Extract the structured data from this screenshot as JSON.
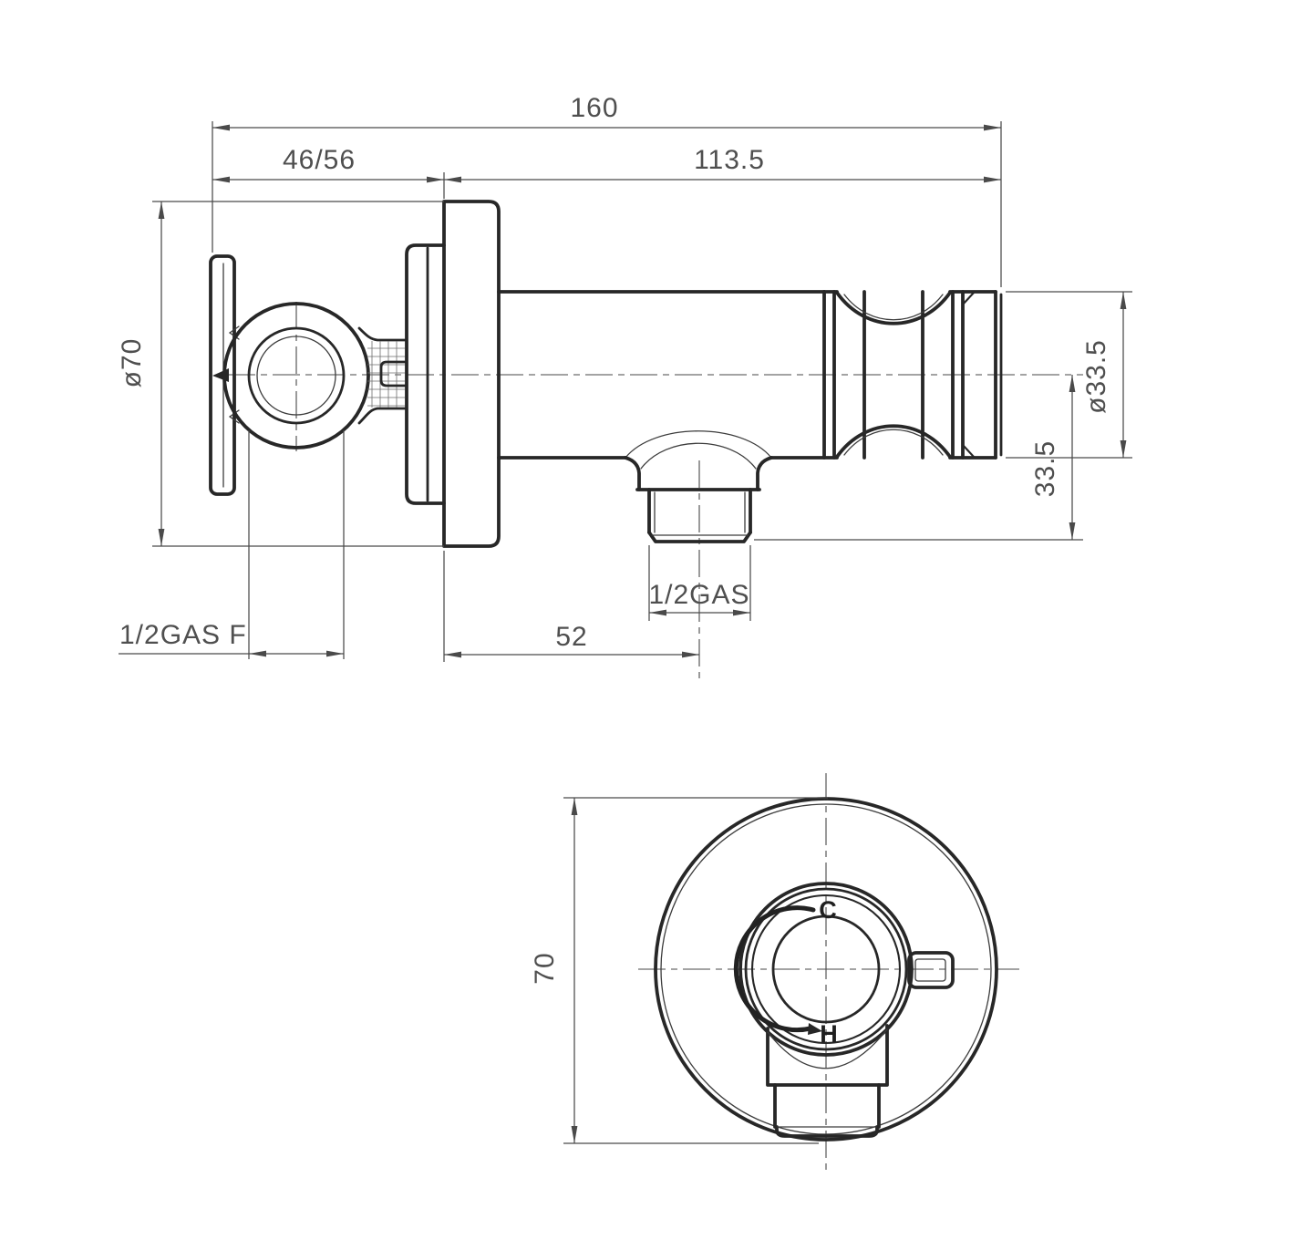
{
  "drawing_title": "shower outlet elbow with holder - dimension drawing",
  "colors": {
    "line": "#272727",
    "thin": "#3c3c3c",
    "dim": "#4a4a4a",
    "text": "#4f4f4f",
    "bg": "#ffffff"
  },
  "side_view": {
    "dims": {
      "overall_length": "160",
      "wall_range": "46/56",
      "body_length": "113.5",
      "plate_diameter": "ø70",
      "holder_diameter": "ø33.5",
      "outlet_center_offset": "33.5",
      "outlet_axis_distance": "52",
      "outlet_thread": "1/2GAS",
      "inlet_thread": "1/2GAS F"
    }
  },
  "front_view": {
    "dims": {
      "plate_diameter": "70"
    },
    "handle_labels": {
      "cold": "C",
      "hot": "H"
    }
  }
}
